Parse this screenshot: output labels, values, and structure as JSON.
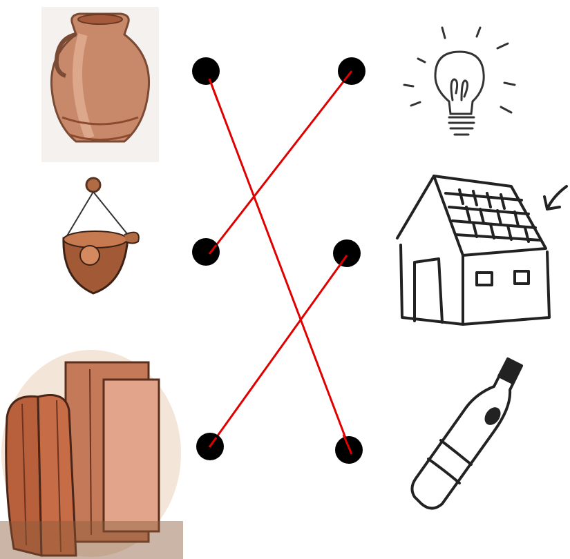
{
  "exercise": {
    "left_items": [
      {
        "name": "clay-jug",
        "icon": "clay-jug-icon"
      },
      {
        "name": "hanging-oil-lamp",
        "icon": "oil-lamp-icon"
      },
      {
        "name": "roof-tiles",
        "icon": "roof-tiles-icon"
      }
    ],
    "right_items": [
      {
        "name": "light-bulb",
        "icon": "light-bulb-icon"
      },
      {
        "name": "house",
        "icon": "house-icon"
      },
      {
        "name": "bottle",
        "icon": "bottle-icon"
      }
    ],
    "connections": [
      {
        "from": 0,
        "to": 2
      },
      {
        "from": 1,
        "to": 0
      },
      {
        "from": 2,
        "to": 1
      }
    ],
    "line_color": "#e00000",
    "dot_color": "#000000",
    "terracotta": "#b8603c"
  }
}
